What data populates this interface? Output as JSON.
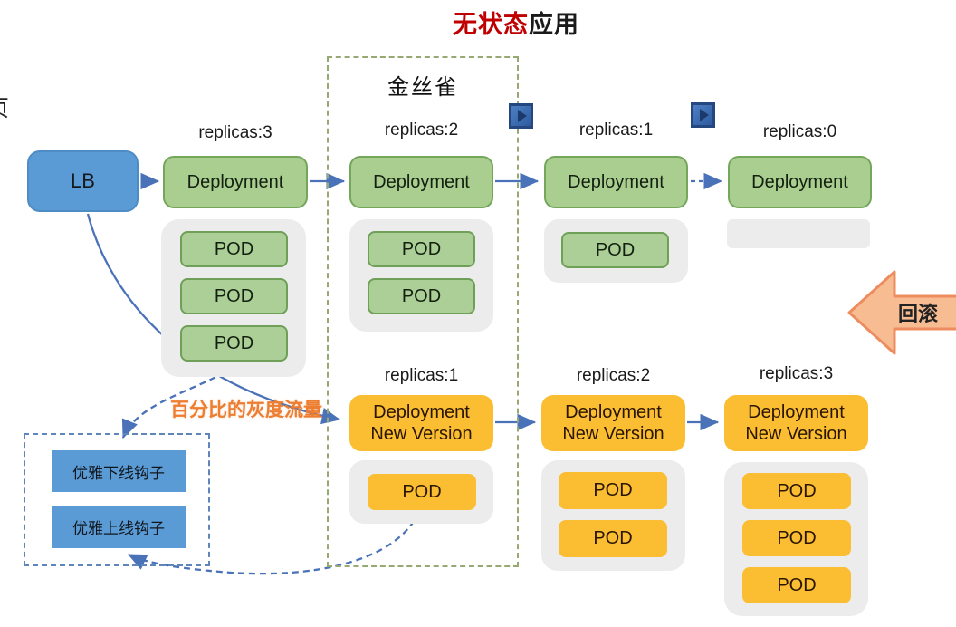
{
  "title": {
    "red_part": "无状态",
    "black_part": "应用"
  },
  "left_edge_glyph": "页",
  "canary_box": {
    "label": "金丝雀"
  },
  "load_balancer": {
    "label": "LB"
  },
  "shared_labels": {
    "deployment": "Deployment",
    "deployment_new_v_line1": "Deployment",
    "deployment_new_v_line2": "New Version",
    "pod": "POD"
  },
  "old_version_row": {
    "replicas_labels": [
      "replicas:3",
      "replicas:2",
      "replicas:1",
      "replicas:0"
    ],
    "pod_counts": [
      3,
      2,
      1,
      0
    ]
  },
  "new_version_row": {
    "replicas_labels": [
      "replicas:1",
      "replicas:2",
      "replicas:3"
    ],
    "pod_counts": [
      1,
      2,
      3
    ]
  },
  "annotations": {
    "gray_traffic_label": "百分比的灰度流量",
    "rollback_label": "回滚"
  },
  "hooks_panel": {
    "items": [
      {
        "label": "优雅下线钩子"
      },
      {
        "label": "优雅上线钩子"
      }
    ]
  },
  "colors": {
    "title_red": "#C00000",
    "green_fill": "#A9CE90",
    "green_border": "#74A65C",
    "blue_fill": "#5B9BD5",
    "orange_fill": "#FBBE32",
    "gray_container": "#ECECEC",
    "arrow_blue": "#4A72B8",
    "canary_dash_green": "#98A873",
    "hooks_dash_blue": "#5E86BB",
    "rollback_fill": "#F7BC92",
    "rollback_border": "#ED8C5E",
    "gray_traffic_text": "#ED7D31"
  }
}
